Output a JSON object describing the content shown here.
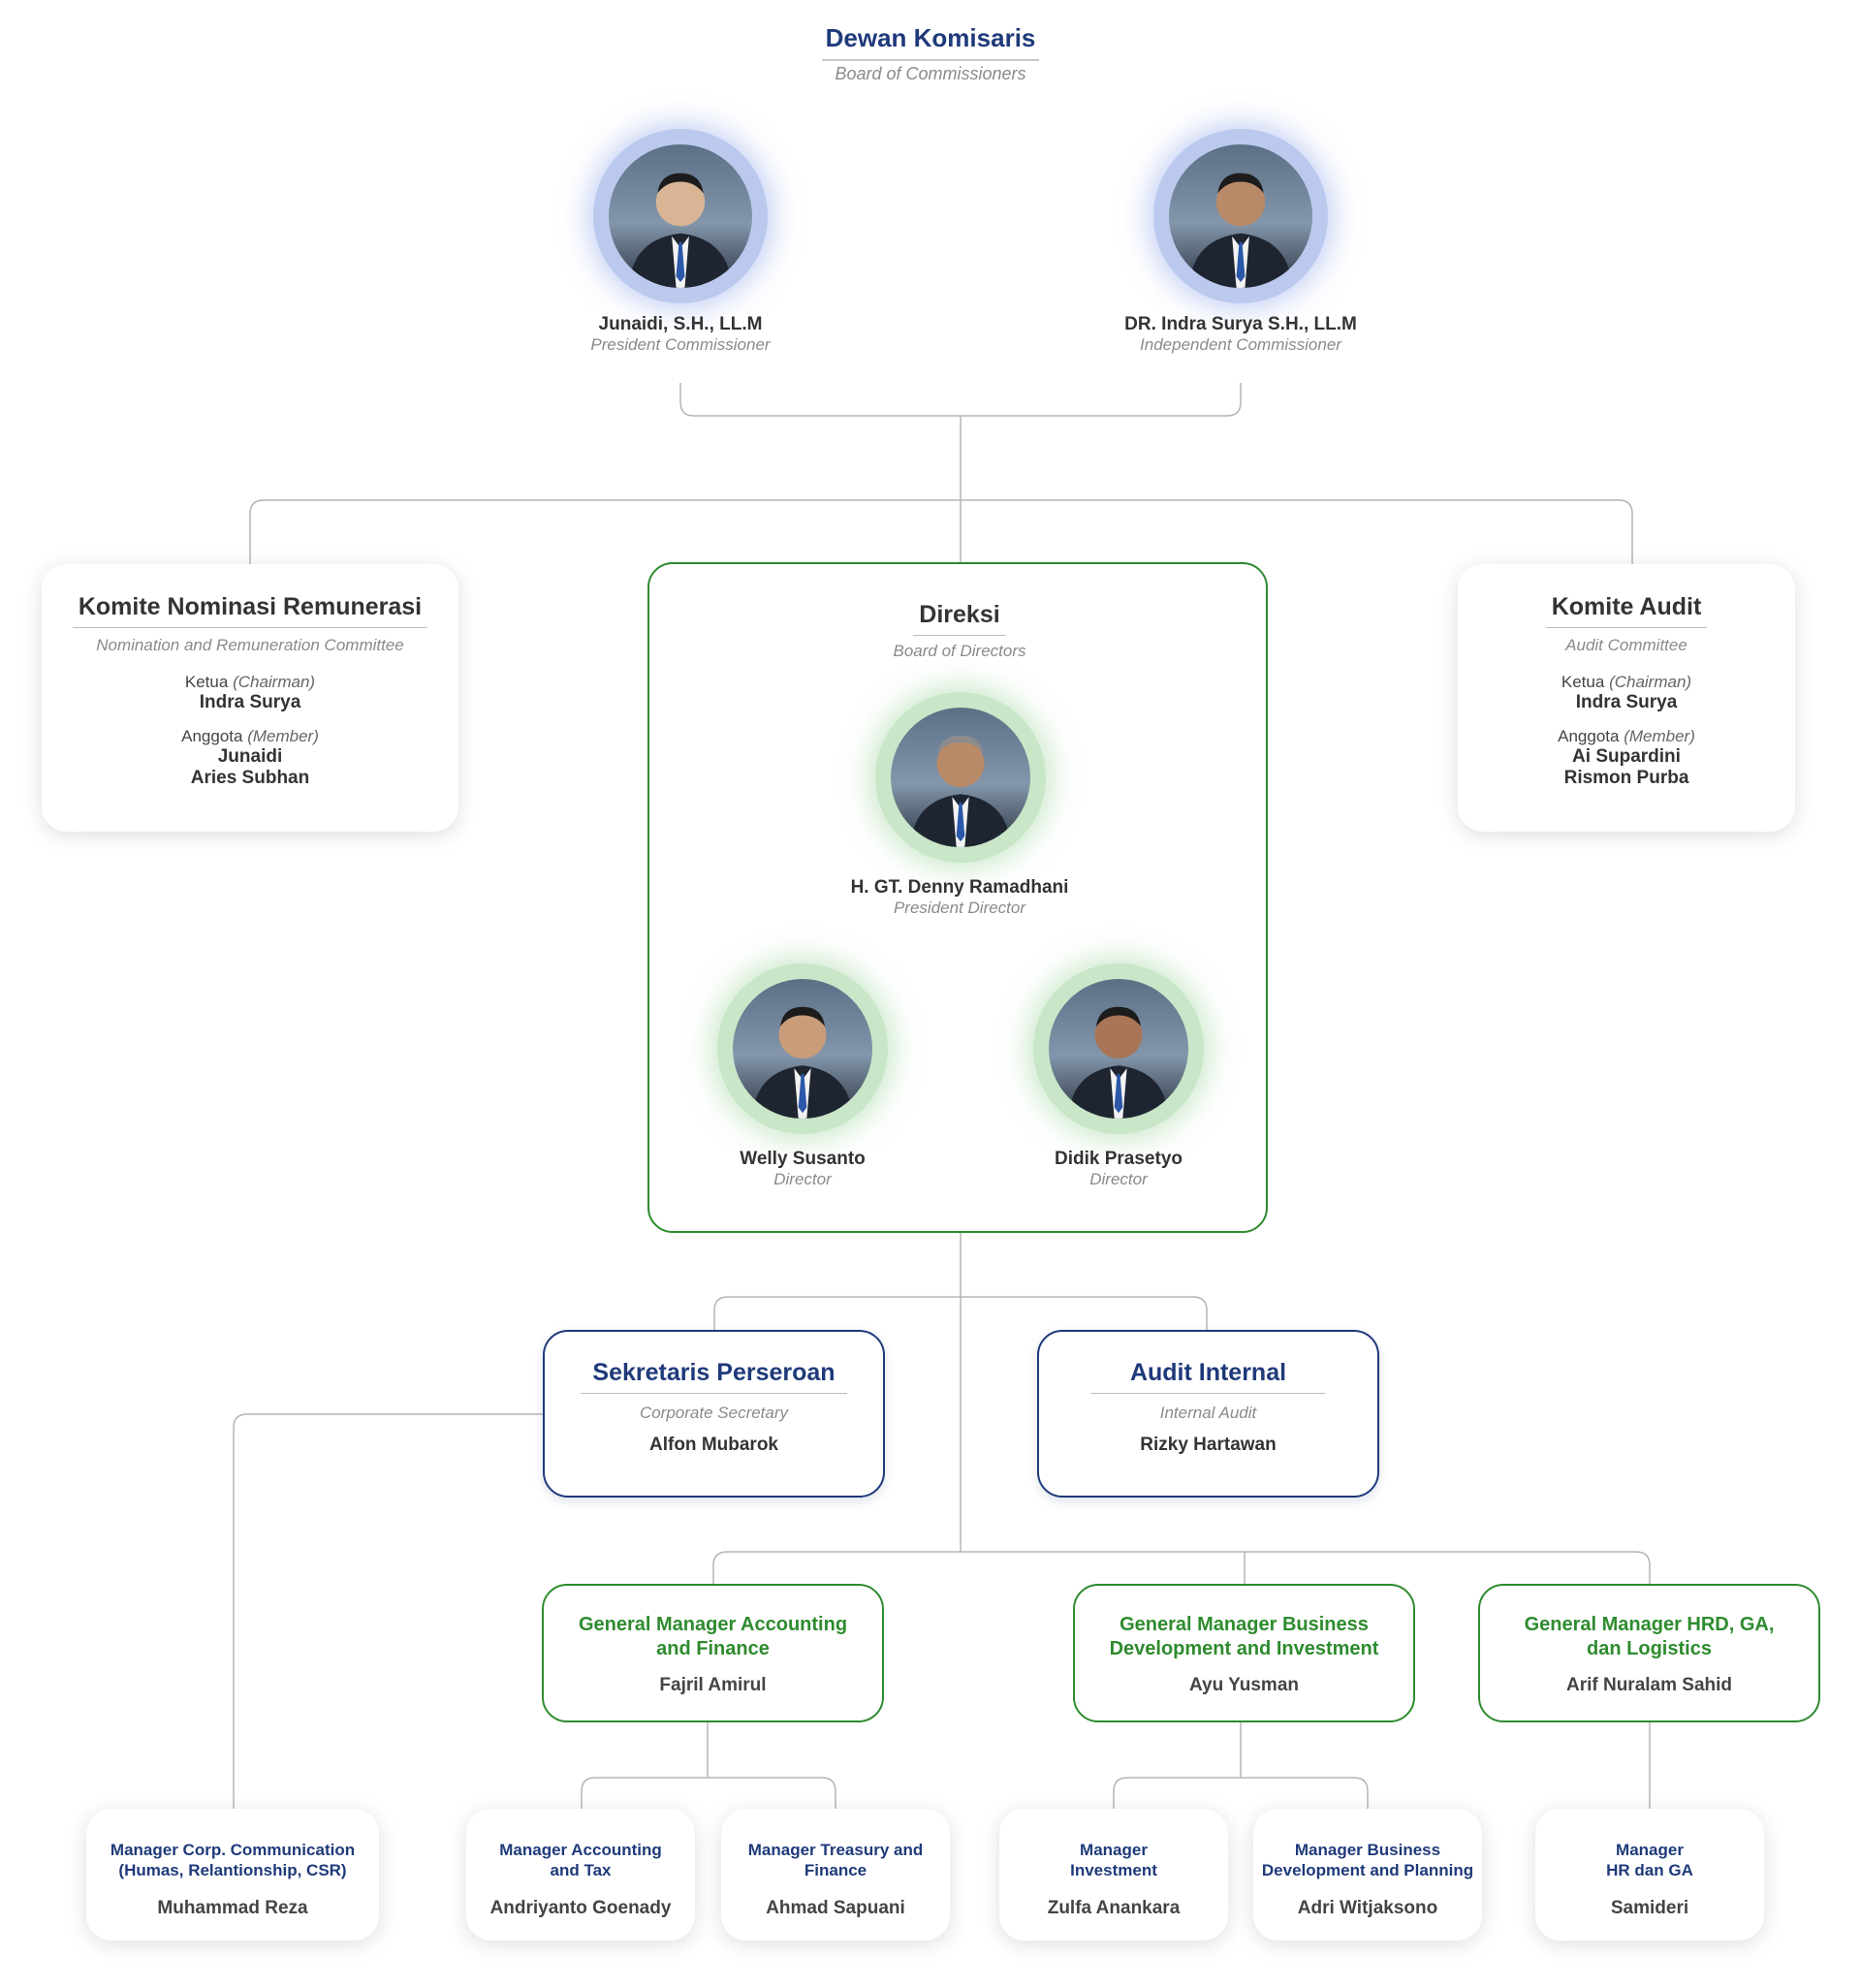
{
  "board_commissioners": {
    "title": "Dewan Komisaris",
    "subtitle": "Board of Commissioners",
    "members": [
      {
        "name": "Junaidi, S.H., LL.M",
        "role": "President Commissioner"
      },
      {
        "name": "DR. Indra Surya S.H., LL.M",
        "role": "Independent Commissioner"
      }
    ]
  },
  "nomination_committee": {
    "title": "Komite Nominasi Remunerasi",
    "subtitle": "Nomination and Remuneration Committee",
    "chair_label": "Ketua",
    "chair_label_en": "(Chairman)",
    "chair": "Indra Surya",
    "member_label": "Anggota",
    "member_label_en": "(Member)",
    "members": [
      "Junaidi",
      "Aries Subhan"
    ]
  },
  "audit_committee": {
    "title": "Komite Audit",
    "subtitle": "Audit Committee",
    "chair_label": "Ketua",
    "chair_label_en": "(Chairman)",
    "chair": "Indra Surya",
    "member_label": "Anggota",
    "member_label_en": "(Member)",
    "members": [
      "Ai Supardini",
      "Rismon Purba"
    ]
  },
  "directors": {
    "title": "Direksi",
    "subtitle": "Board of Directors",
    "president": {
      "name": "H. GT. Denny Ramadhani",
      "role": "President Director"
    },
    "members": [
      {
        "name": "Welly Susanto",
        "role": "Director"
      },
      {
        "name": "Didik Prasetyo",
        "role": "Director"
      }
    ]
  },
  "corporate_secretary": {
    "title": "Sekretaris Perseroan",
    "subtitle": "Corporate Secretary",
    "name": "Alfon Mubarok"
  },
  "internal_audit": {
    "title": "Audit Internal",
    "subtitle": "Internal Audit",
    "name": "Rizky Hartawan"
  },
  "general_managers": [
    {
      "title_1": "General Manager Accounting",
      "title_2": "and Finance",
      "name": "Fajril Amirul"
    },
    {
      "title_1": "General Manager Business",
      "title_2": "Development and Investment",
      "name": "Ayu Yusman"
    },
    {
      "title_1": "General Manager HRD, GA,",
      "title_2": "dan Logistics",
      "name": "Arif Nuralam Sahid"
    }
  ],
  "managers": [
    {
      "title_1": "Manager Corp. Communication",
      "title_2": "(Humas, Relantionship, CSR)",
      "name": "Muhammad Reza"
    },
    {
      "title_1": "Manager Accounting",
      "title_2": "and Tax",
      "name": "Andriyanto Goenady"
    },
    {
      "title_1": "Manager Treasury and",
      "title_2": "Finance",
      "name": "Ahmad Sapuani"
    },
    {
      "title_1": "Manager",
      "title_2": "Investment",
      "name": "Zulfa Anankara"
    },
    {
      "title_1": "Manager Business",
      "title_2": "Development and Planning",
      "name": "Adri Witjaksono"
    },
    {
      "title_1": "Manager",
      "title_2": "HR dan GA",
      "name": "Samideri"
    }
  ],
  "colors": {
    "navy": "#1f3a7a",
    "green": "#2e8b2e",
    "line": "#b5b5b5",
    "muted": "#8a8a8a"
  }
}
